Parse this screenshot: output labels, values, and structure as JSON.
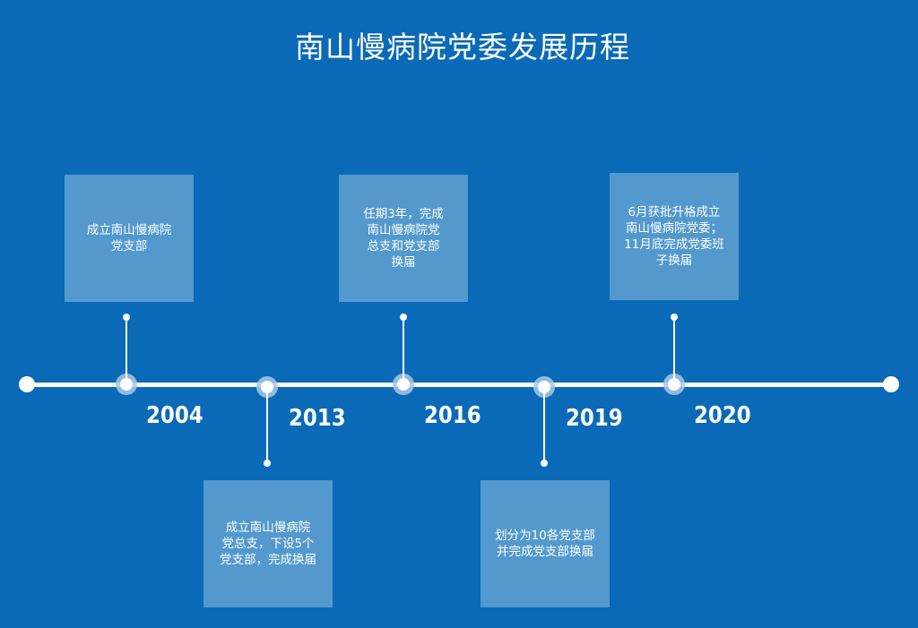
{
  "title": "南山慢病院党委发展历程",
  "events": [
    {
      "year": "2004",
      "text": "成立南山慢病院\n党支部"
    },
    {
      "year": "2013",
      "text": "成立南山慢病院\n党总支，下设5个\n党支部，完成换届"
    },
    {
      "year": "2016",
      "text": "任期3年，完成\n南山慢病院党\n总支和党支部\n换届"
    },
    {
      "year": "2019",
      "text": "划分为10各党支部\n并完成党支部换届"
    },
    {
      "year": "2020",
      "text": "6月获批升格成立\n南山慢病院党委；\n11月底完成党委班\n子换届"
    }
  ],
  "colors": {
    "background": "#0a6ab8",
    "box": "#5399cd",
    "line": "#ffffff"
  }
}
